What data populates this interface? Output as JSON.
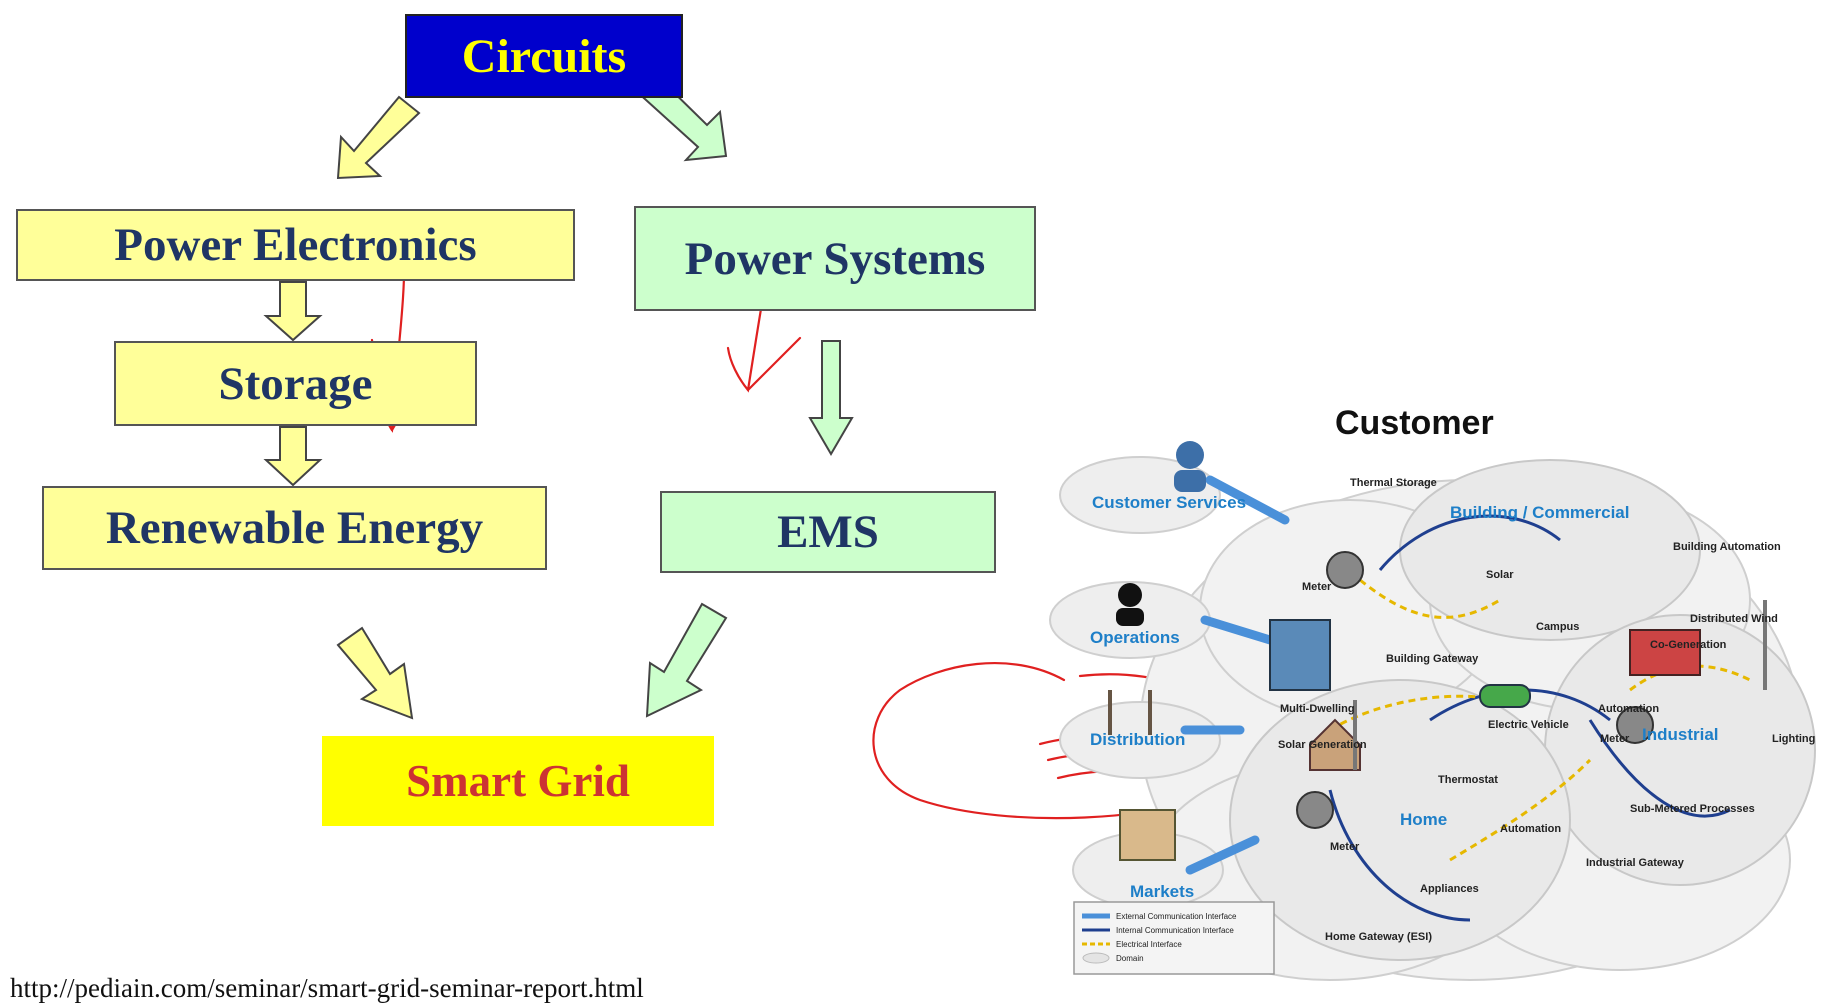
{
  "flow": {
    "circuits": "Circuits",
    "power_electronics": "Power Electronics",
    "storage": "Storage",
    "renewable_energy": "Renewable Energy",
    "power_systems": "Power Systems",
    "ems": "EMS",
    "smart_grid": "Smart Grid"
  },
  "source_url": "http://pediain.com/seminar/smart-grid-seminar-report.html",
  "customer_diagram": {
    "title": "Customer",
    "domains": {
      "customer_services": "Customer Services",
      "operations": "Operations",
      "distribution": "Distribution",
      "markets": "Markets",
      "building_commercial": "Building / Commercial",
      "industrial": "Industrial",
      "home": "Home"
    },
    "labels": {
      "thermal_storage": "Thermal Storage",
      "building_automation": "Building Automation",
      "meter_top": "Meter",
      "solar": "Solar",
      "campus": "Campus",
      "building_gateway": "Building Gateway",
      "multi_dwelling": "Multi-Dwelling",
      "distributed_wind": "Distributed Wind",
      "co_generation": "Co-Generation",
      "electric_vehicle": "Electric Vehicle",
      "automation_ind": "Automation",
      "meter_ind": "Meter",
      "lighting": "Lighting",
      "solar_generation": "Solar Generation",
      "thermostat": "Thermostat",
      "sub_metered": "Sub-Metered Processes",
      "automation_home": "Automation",
      "meter_home": "Meter",
      "appliances": "Appliances",
      "industrial_gateway": "Industrial Gateway",
      "home_gateway": "Home Gateway (ESI)"
    },
    "legend": [
      "External Communication Interface",
      "Internal Communication Interface",
      "Electrical Interface",
      "Domain"
    ]
  },
  "colors": {
    "box_yellow": "#ffff99",
    "box_green": "#ccffcc",
    "circuits_bg": "#0000cc",
    "circuits_text": "#ffff00",
    "label_navy": "#1f3565",
    "smart_grid_bg": "#ffff00",
    "smart_grid_text": "#cc3333",
    "annotation_red": "#e02020",
    "domain_blue": "#1e7fc8"
  }
}
